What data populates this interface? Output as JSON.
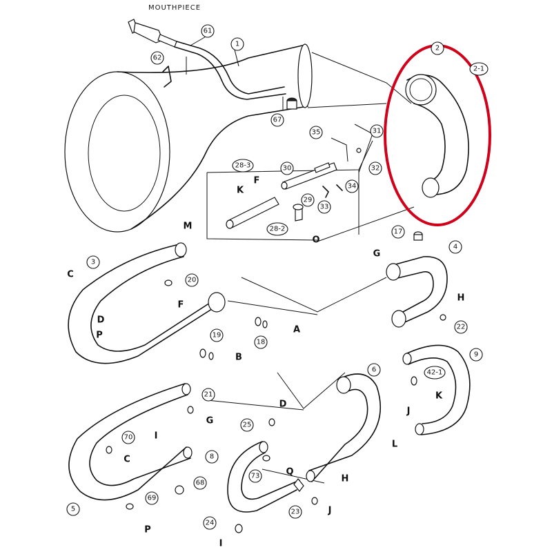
{
  "title": "MOUTHPIECE",
  "highlight_color": "#d0021b",
  "callouts": [
    {
      "key": "p61",
      "text": "61"
    },
    {
      "key": "p1",
      "text": "1"
    },
    {
      "key": "p62",
      "text": "62"
    },
    {
      "key": "p67",
      "text": "67"
    },
    {
      "key": "p2",
      "text": "2"
    },
    {
      "key": "p2_1",
      "text": "2-1"
    },
    {
      "key": "p35",
      "text": "35"
    },
    {
      "key": "p31",
      "text": "31"
    },
    {
      "key": "p32",
      "text": "32"
    },
    {
      "key": "p28_3",
      "text": "28-3"
    },
    {
      "key": "p30",
      "text": "30"
    },
    {
      "key": "p29",
      "text": "29"
    },
    {
      "key": "p33",
      "text": "33"
    },
    {
      "key": "p34",
      "text": "34"
    },
    {
      "key": "p28_2",
      "text": "28-2"
    },
    {
      "key": "p17",
      "text": "17"
    },
    {
      "key": "p4",
      "text": "4"
    },
    {
      "key": "p3",
      "text": "3"
    },
    {
      "key": "p20",
      "text": "20"
    },
    {
      "key": "p22",
      "text": "22"
    },
    {
      "key": "p19",
      "text": "19"
    },
    {
      "key": "p18",
      "text": "18"
    },
    {
      "key": "p9",
      "text": "9"
    },
    {
      "key": "p6",
      "text": "6"
    },
    {
      "key": "p42_1",
      "text": "42-1"
    },
    {
      "key": "p21",
      "text": "21"
    },
    {
      "key": "p25",
      "text": "25"
    },
    {
      "key": "p70",
      "text": "70"
    },
    {
      "key": "p8",
      "text": "8"
    },
    {
      "key": "p73",
      "text": "73"
    },
    {
      "key": "p68",
      "text": "68"
    },
    {
      "key": "p5",
      "text": "5"
    },
    {
      "key": "p69",
      "text": "69"
    },
    {
      "key": "p23",
      "text": "23"
    },
    {
      "key": "p24",
      "text": "24"
    }
  ],
  "letters": [
    {
      "key": "K1",
      "text": "K"
    },
    {
      "key": "F1",
      "text": "F"
    },
    {
      "key": "M",
      "text": "M"
    },
    {
      "key": "O1",
      "text": "O"
    },
    {
      "key": "G1",
      "text": "G"
    },
    {
      "key": "H1",
      "text": "H"
    },
    {
      "key": "C1",
      "text": "C"
    },
    {
      "key": "F2",
      "text": "F"
    },
    {
      "key": "D1",
      "text": "D"
    },
    {
      "key": "P1",
      "text": "P"
    },
    {
      "key": "A",
      "text": "A"
    },
    {
      "key": "B",
      "text": "B"
    },
    {
      "key": "K2",
      "text": "K"
    },
    {
      "key": "J1",
      "text": "J"
    },
    {
      "key": "L",
      "text": "L"
    },
    {
      "key": "G2",
      "text": "G"
    },
    {
      "key": "D2",
      "text": "D"
    },
    {
      "key": "I1",
      "text": "I"
    },
    {
      "key": "C2",
      "text": "C"
    },
    {
      "key": "Q",
      "text": "Q"
    },
    {
      "key": "H2",
      "text": "H"
    },
    {
      "key": "P2",
      "text": "P"
    },
    {
      "key": "J2",
      "text": "J"
    },
    {
      "key": "I2",
      "text": "I"
    }
  ]
}
